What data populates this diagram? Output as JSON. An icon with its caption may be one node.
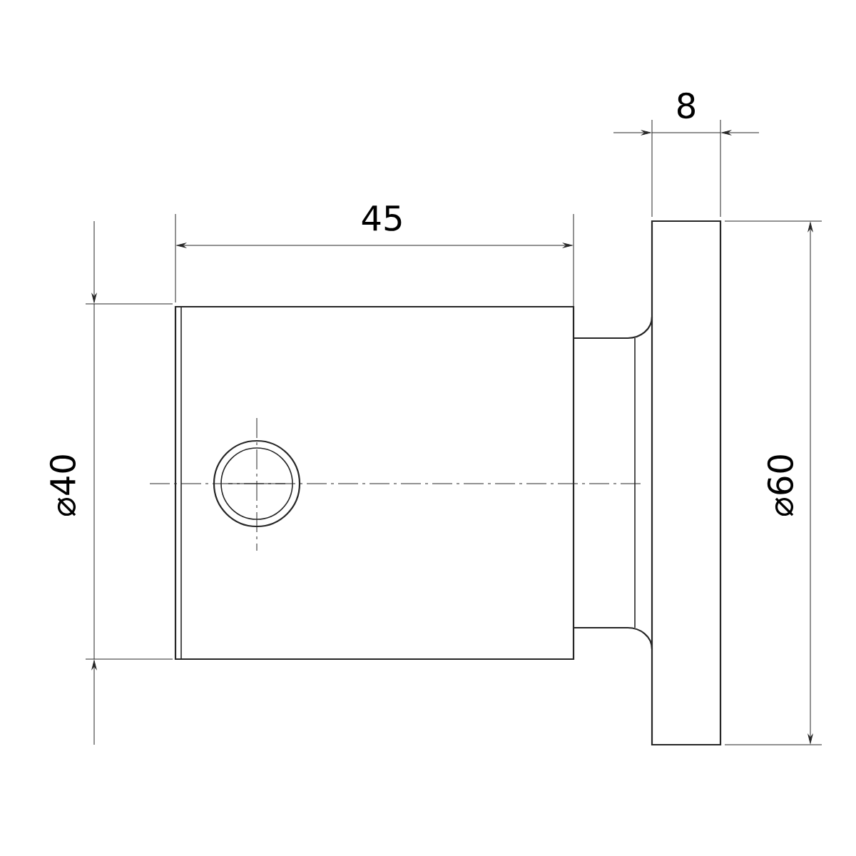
{
  "diagram": {
    "labels": [
      "8",
      "45",
      "⌀40",
      "⌀60"
    ]
  }
}
